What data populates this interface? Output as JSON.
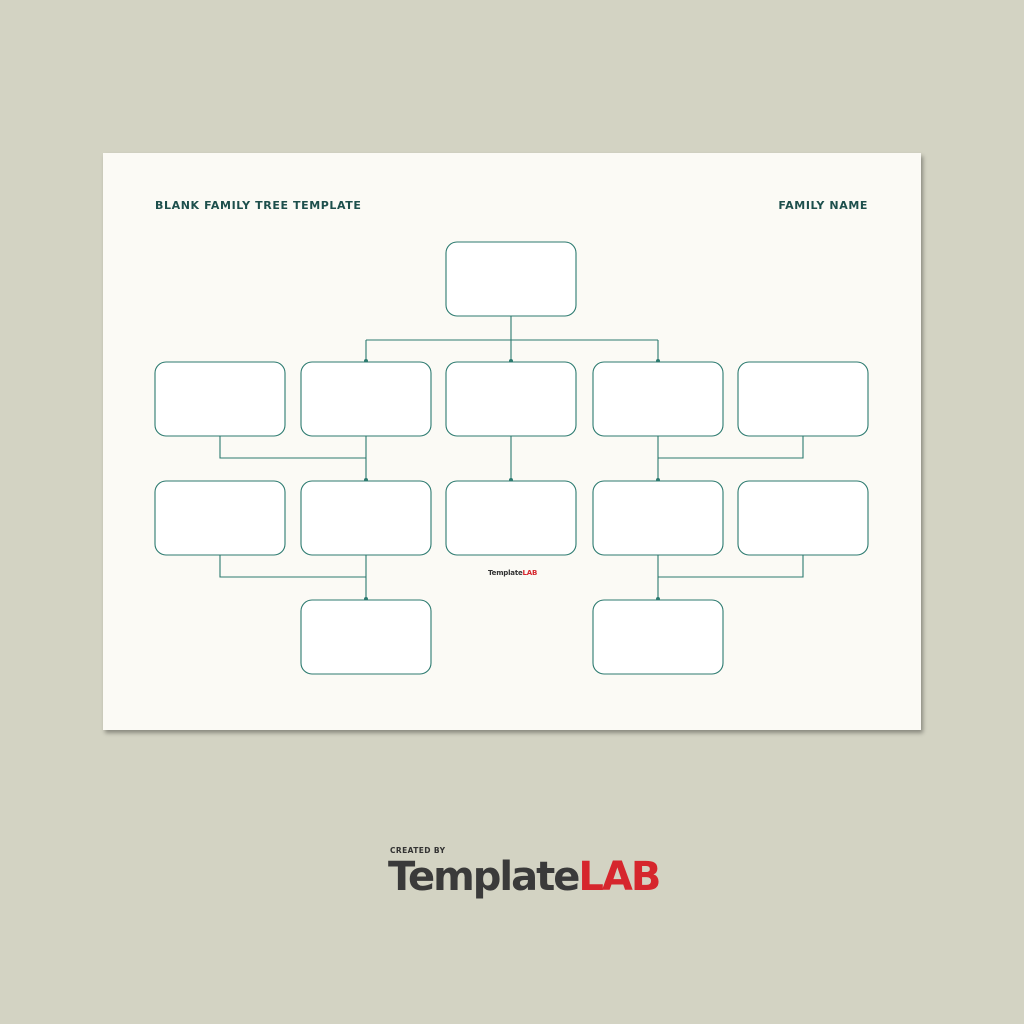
{
  "sheet": {
    "title_left": "BLANK FAMILY TREE TEMPLATE",
    "title_right": "FAMILY NAME",
    "watermark": {
      "part1": "Template",
      "part2": "LAB"
    }
  },
  "footer": {
    "created_by": "CREATED BY",
    "brand_part1": "Template",
    "brand_part2": "LAB"
  },
  "colors": {
    "background": "#d3d3c3",
    "sheet": "#fbfaf5",
    "heading": "#1d4f4c",
    "tree_stroke": "#2c7a6f",
    "brand_accent": "#d6262d"
  }
}
